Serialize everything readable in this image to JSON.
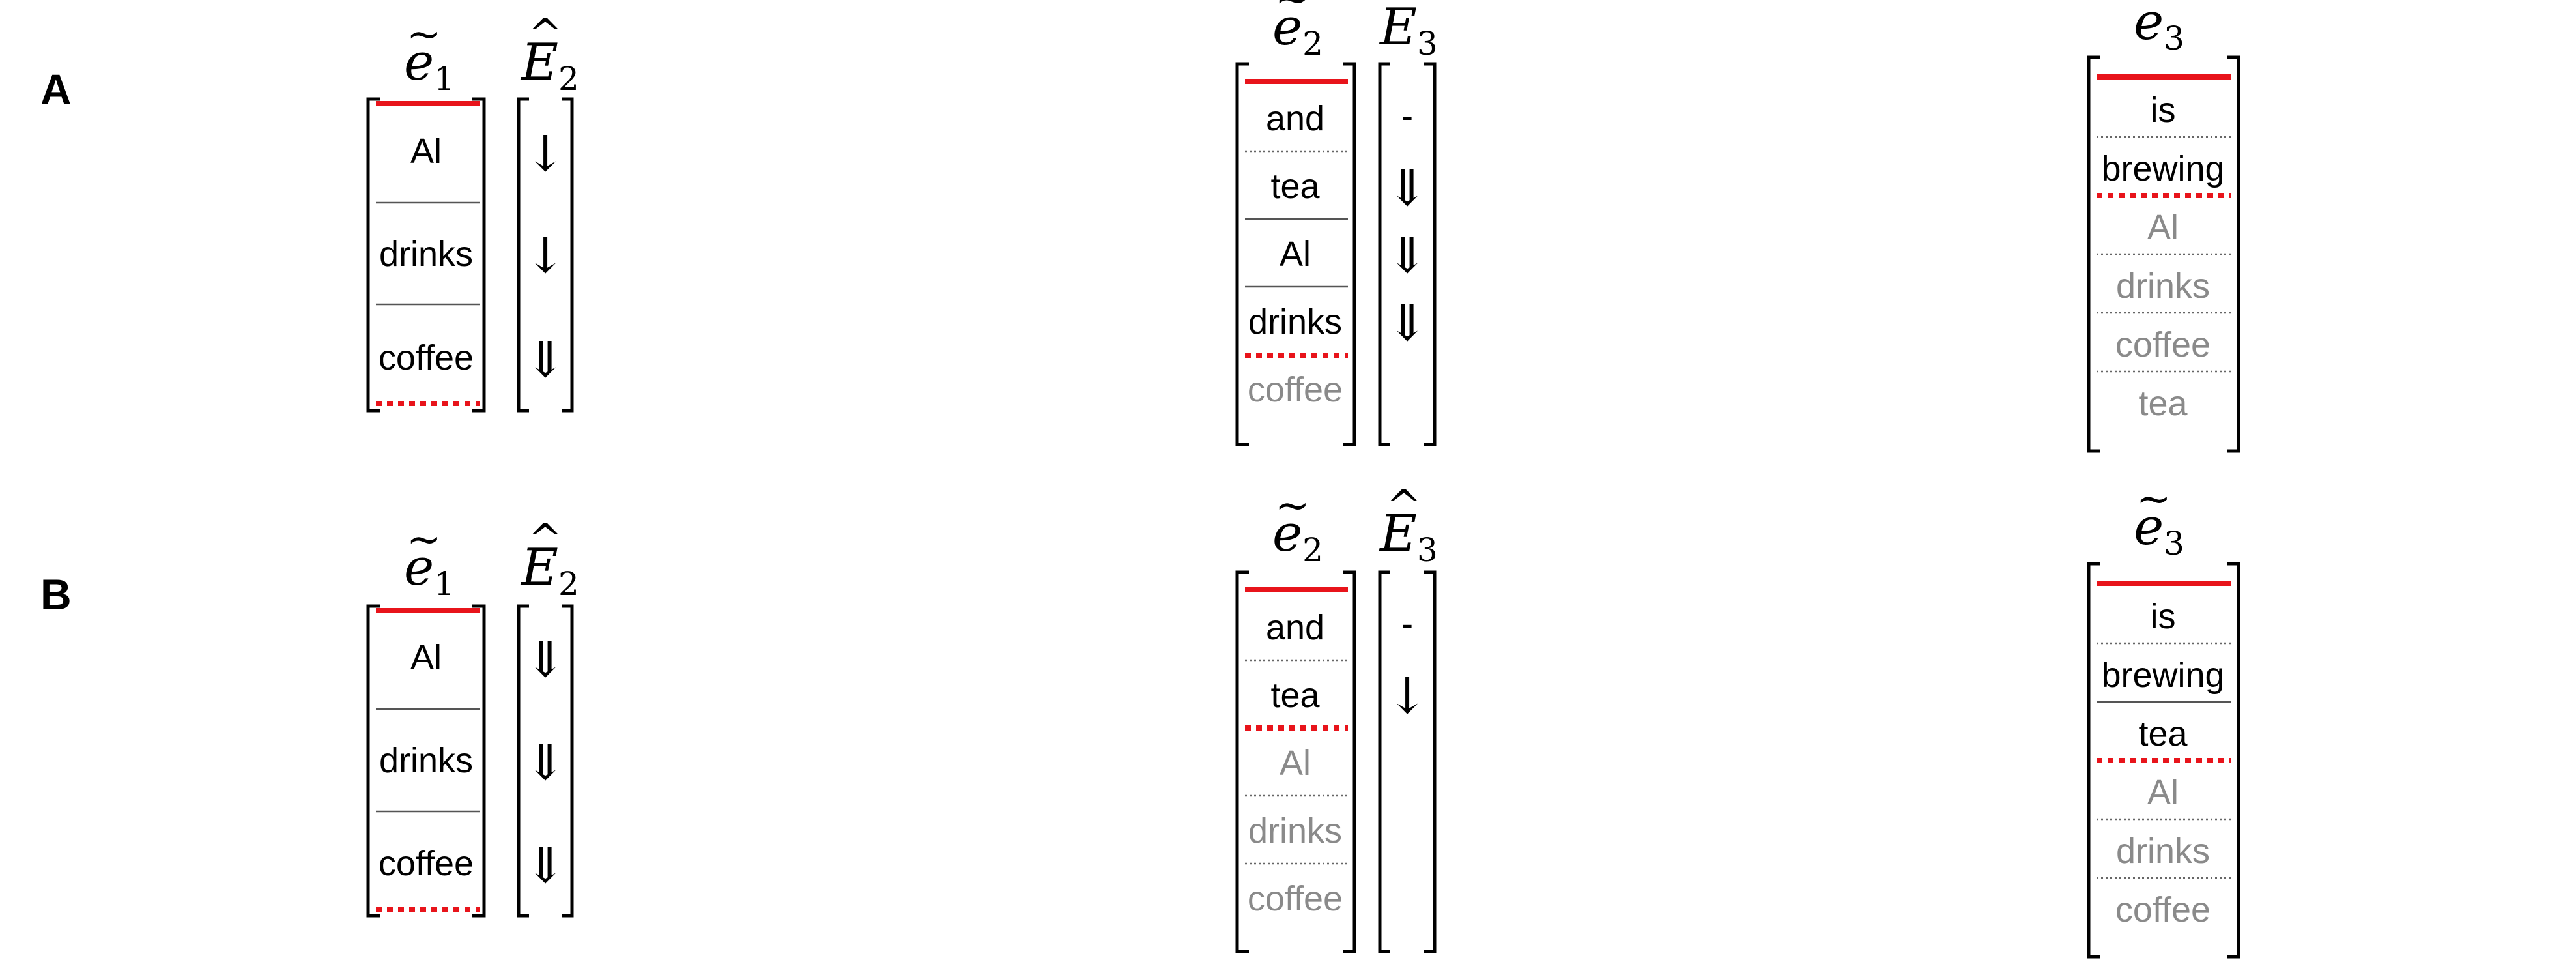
{
  "panels": [
    {
      "label": "A",
      "groups": [
        {
          "stack": {
            "header": {
              "base": "e",
              "sub": "1",
              "mark": "~"
            },
            "items": [
              {
                "text": "Al",
                "active": true
              },
              {
                "text": "drinks",
                "active": true
              },
              {
                "text": "coffee",
                "active": true
              }
            ]
          },
          "ops": {
            "header": {
              "base": "E",
              "sub": "2",
              "mark": "^"
            },
            "items": [
              "↓",
              "↓",
              "⇓"
            ]
          }
        },
        {
          "stack": {
            "header": {
              "base": "e",
              "sub": "2",
              "mark": "~"
            },
            "items": [
              {
                "text": "and",
                "active": true
              },
              {
                "text": "tea",
                "active": true
              },
              {
                "text": "Al",
                "active": true
              },
              {
                "text": "drinks",
                "active": true
              },
              {
                "text": "coffee",
                "active": false
              }
            ]
          },
          "ops": {
            "header": {
              "base": "E",
              "sub": "3",
              "mark": ""
            },
            "items": [
              "-",
              "⇓",
              "⇓",
              "⇓"
            ]
          }
        },
        {
          "stack": {
            "header": {
              "base": "e",
              "sub": "3",
              "mark": "~"
            },
            "items": [
              {
                "text": "is",
                "active": true
              },
              {
                "text": "brewing",
                "active": true
              },
              {
                "text": "Al",
                "active": false
              },
              {
                "text": "drinks",
                "active": false
              },
              {
                "text": "coffee",
                "active": false
              },
              {
                "text": "tea",
                "active": false
              }
            ]
          }
        }
      ]
    },
    {
      "label": "B",
      "groups": [
        {
          "stack": {
            "header": {
              "base": "e",
              "sub": "1",
              "mark": "~"
            },
            "items": [
              {
                "text": "Al",
                "active": true
              },
              {
                "text": "drinks",
                "active": true
              },
              {
                "text": "coffee",
                "active": true
              }
            ]
          },
          "ops": {
            "header": {
              "base": "E",
              "sub": "2",
              "mark": "^"
            },
            "items": [
              "⇓",
              "⇓",
              "⇓"
            ]
          }
        },
        {
          "stack": {
            "header": {
              "base": "e",
              "sub": "2",
              "mark": "~"
            },
            "items": [
              {
                "text": "and",
                "active": true
              },
              {
                "text": "tea",
                "active": true
              },
              {
                "text": "Al",
                "active": false
              },
              {
                "text": "drinks",
                "active": false
              },
              {
                "text": "coffee",
                "active": false
              }
            ]
          },
          "ops": {
            "header": {
              "base": "E",
              "sub": "3",
              "mark": "^"
            },
            "items": [
              "-",
              "↓"
            ]
          }
        },
        {
          "stack": {
            "header": {
              "base": "e",
              "sub": "3",
              "mark": "~"
            },
            "items": [
              {
                "text": "is",
                "active": true
              },
              {
                "text": "brewing",
                "active": true
              },
              {
                "text": "tea",
                "active": true
              },
              {
                "text": "Al",
                "active": false
              },
              {
                "text": "drinks",
                "active": false
              },
              {
                "text": "coffee",
                "active": false
              }
            ]
          }
        }
      ]
    }
  ],
  "colors": {
    "top_marker": "#e8141b",
    "boundary_marker": "#e8141b",
    "active_text": "#000000",
    "inactive_text": "#8a8a8a",
    "separator": "#555555"
  }
}
